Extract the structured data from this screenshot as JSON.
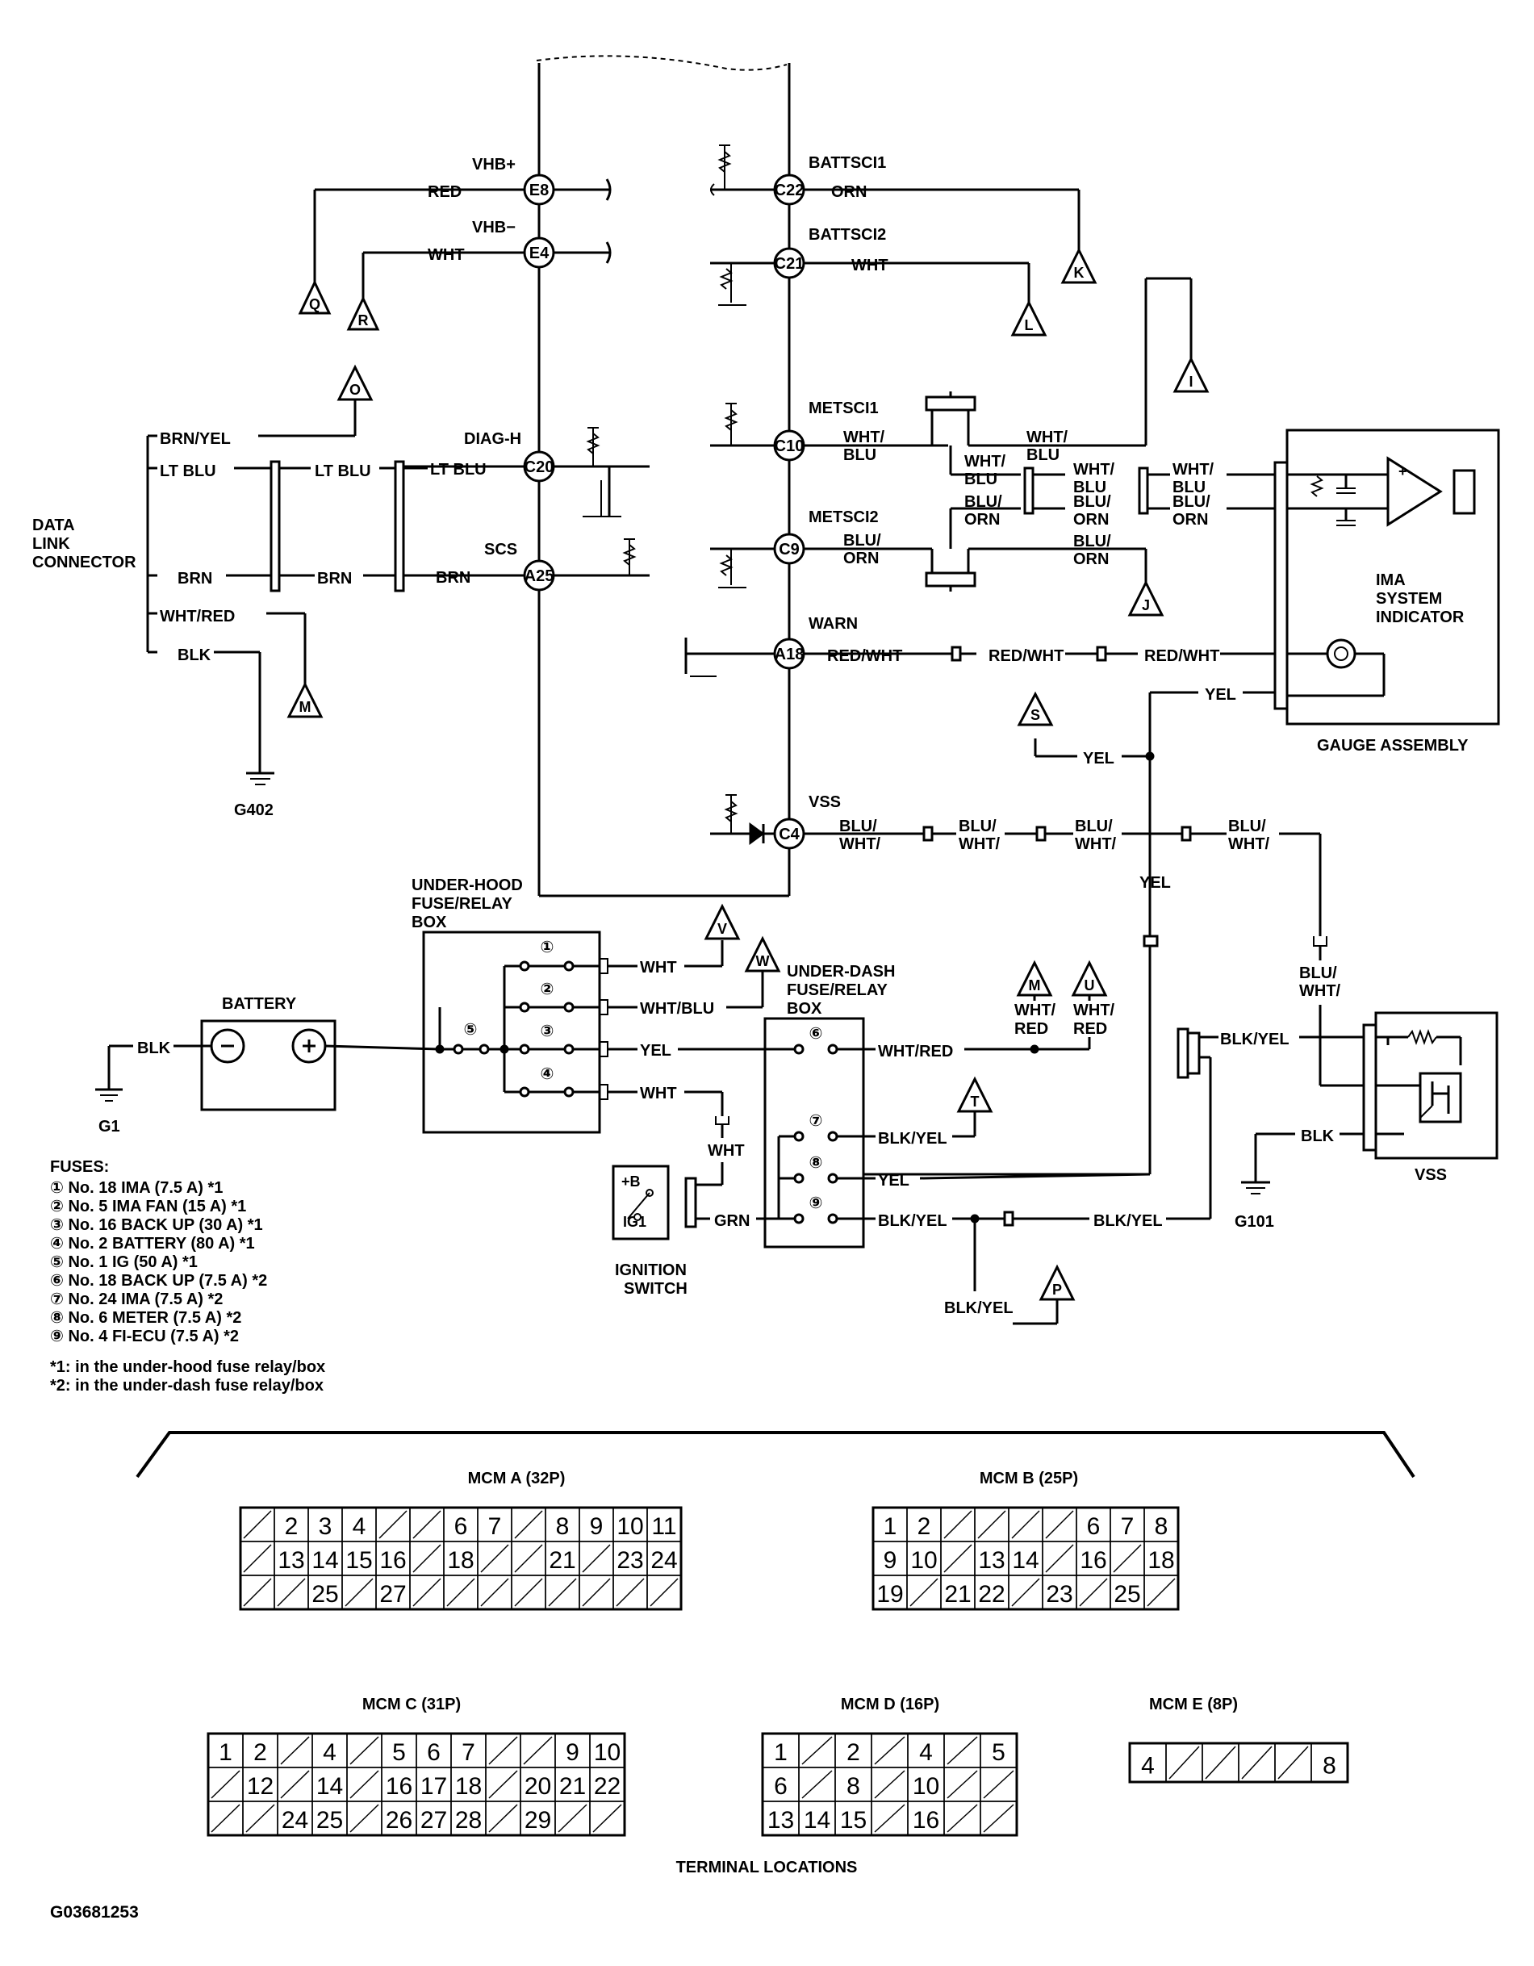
{
  "pins": {
    "E8": "E8",
    "E4": "E4",
    "C20": "C20",
    "A25": "A25",
    "C22": "C22",
    "C21": "C21",
    "C10": "C10",
    "C9": "C9",
    "A18": "A18",
    "C4": "C4"
  },
  "signals": {
    "vhb_plus": "VHB+",
    "vhb_minus": "VHB−",
    "diag_h": "DIAG-H",
    "scs": "SCS",
    "battsci1": "BATTSCI1",
    "battsci2": "BATTSCI2",
    "metsci1": "METSCI1",
    "metsci2": "METSCI2",
    "warn": "WARN",
    "vss": "VSS"
  },
  "connectors": [
    "Q",
    "R",
    "O",
    "M",
    "K",
    "L",
    "I",
    "J",
    "S",
    "V",
    "W",
    "T",
    "U",
    "P"
  ],
  "wire_colors": {
    "red": "RED",
    "wht": "WHT",
    "orn": "ORN",
    "brn_yel": "BRN/YEL",
    "lt_blu": "LT BLU",
    "brn": "BRN",
    "wht_red": "WHT/RED",
    "blk": "BLK",
    "wht_slash": "WHT/",
    "blu": "BLU",
    "blu_slash": "BLU/",
    "orn_word": "ORN",
    "red_wht": "RED/WHT",
    "yel": "YEL",
    "wht_blu": "WHT/BLU",
    "red_word": "RED",
    "blk_yel": "BLK/YEL",
    "grn": "GRN"
  },
  "components": {
    "dlc_1": "DATA",
    "dlc_2": "LINK",
    "dlc_3": "CONNECTOR",
    "g402": "G402",
    "g1": "G1",
    "g101": "G101",
    "battery": "BATTERY",
    "uh_1": "UNDER-HOOD",
    "uh_2": "FUSE/RELAY",
    "uh_3": "BOX",
    "ud_1": "UNDER-DASH",
    "ud_2": "FUSE/RELAY",
    "ud_3": "BOX",
    "ign_1": "IGNITION",
    "ign_2": "SWITCH",
    "ign_b": "+B",
    "ign_ig1": "IG1",
    "ima_1": "IMA",
    "ima_2": "SYSTEM",
    "ima_3": "INDICATOR",
    "gauge": "GAUGE ASSEMBLY",
    "vss": "VSS"
  },
  "fuse_marks": [
    "①",
    "②",
    "③",
    "④",
    "⑤",
    "⑥",
    "⑦",
    "⑧",
    "⑨"
  ],
  "fuses": {
    "title": "FUSES:",
    "items": [
      "① No. 18 IMA (7.5 A) *1",
      "② No. 5  IMA FAN (15 A) *1",
      "③ No. 16 BACK UP (30 A) *1",
      "④ No. 2  BATTERY (80 A) *1",
      "⑤ No. 1  IG (50 A) *1",
      "⑥ No. 18 BACK UP (7.5 A) *2",
      "⑦ No. 24 IMA (7.5 A) *2",
      "⑧ No. 6  METER (7.5 A) *2",
      "⑨ No. 4  FI-ECU (7.5 A) *2"
    ],
    "notes": [
      "*1: in the under-hood fuse relay/box",
      "*2: in the under-dash fuse relay/box"
    ]
  },
  "terminals": {
    "title": "TERMINAL LOCATIONS",
    "mcm_a": {
      "name": "MCM A (32P)",
      "rows": [
        [
          "",
          "2",
          "3",
          "4",
          "",
          "",
          "6",
          "7",
          "",
          "8",
          "9",
          "10",
          "11"
        ],
        [
          "",
          "13",
          "14",
          "15",
          "16",
          "",
          "18",
          "",
          "",
          "21",
          "",
          "23",
          "24"
        ],
        [
          "",
          "",
          "25",
          "",
          "27",
          "",
          "",
          "",
          "",
          "",
          "",
          "",
          ""
        ]
      ]
    },
    "mcm_b": {
      "name": "MCM B (25P)",
      "rows": [
        [
          "1",
          "2",
          "",
          "",
          "",
          "",
          "6",
          "7",
          "8"
        ],
        [
          "9",
          "10",
          "",
          "13",
          "14",
          "",
          "16",
          "",
          "18"
        ],
        [
          "19",
          "",
          "21",
          "22",
          "",
          "23",
          "",
          "25",
          ""
        ]
      ]
    },
    "mcm_c": {
      "name": "MCM C (31P)",
      "rows": [
        [
          "1",
          "2",
          "",
          "4",
          "",
          "5",
          "6",
          "7",
          "",
          "",
          "9",
          "10"
        ],
        [
          "",
          "12",
          "",
          "14",
          "",
          "16",
          "17",
          "18",
          "",
          "20",
          "21",
          "22"
        ],
        [
          "",
          "",
          "24",
          "25",
          "",
          "26",
          "27",
          "28",
          "",
          "29",
          "",
          ""
        ]
      ]
    },
    "mcm_d": {
      "name": "MCM D (16P)",
      "rows": [
        [
          "1",
          "",
          "2",
          "",
          "4",
          "",
          "5"
        ],
        [
          "6",
          "",
          "8",
          "",
          "10",
          "",
          ""
        ],
        [
          "13",
          "14",
          "15",
          "",
          "16",
          "",
          ""
        ]
      ]
    },
    "mcm_e": {
      "name": "MCM E (8P)",
      "rows": [
        [
          "4",
          "",
          "",
          "",
          "",
          "8"
        ]
      ]
    }
  },
  "figure_id": "G03681253"
}
